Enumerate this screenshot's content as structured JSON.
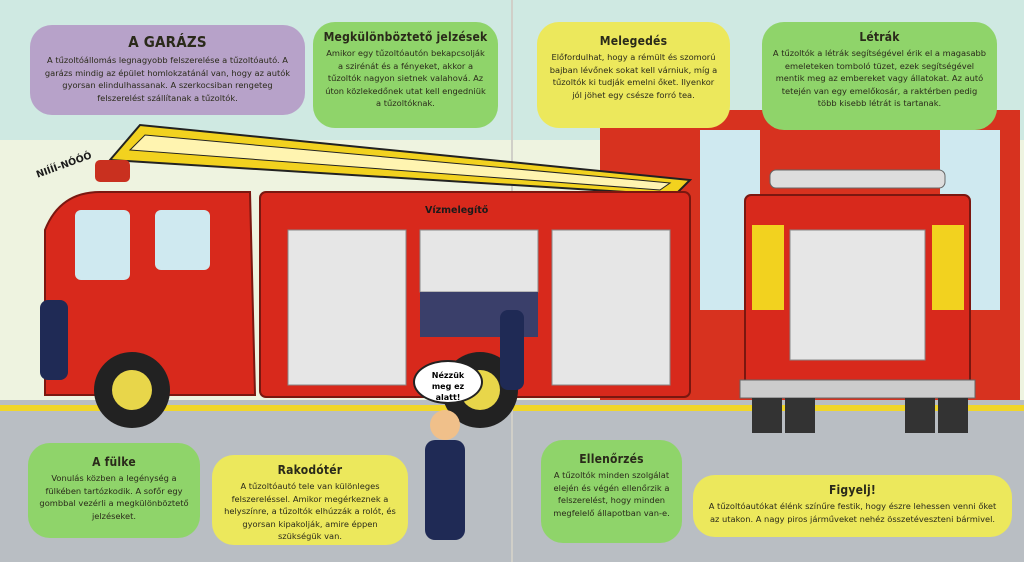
{
  "boxes": {
    "garage": {
      "title": "A GARÁZS",
      "text": "A tűzoltóállomás legnagyobb felszerelése a tűzoltóautó. A garázs mindig az épület homlokzatánál van, hogy az autók gyorsan elindulhassanak. A szerkocsiban rengeteg felszerelést szállítanak a tűzoltók."
    },
    "signals": {
      "title": "Megkülönböztető jelzések",
      "text": "Amikor egy tűzoltóautón bekapcsolják a szirénát és a fényeket, akkor a tűzoltók nagyon sietnek valahová. Az úton közlekedőnek utat kell engedniük a tűzoltóknak."
    },
    "warming": {
      "title": "Melegedés",
      "text": "Előfordulhat, hogy a rémült és szomorú bajban lévőnek sokat kell várniuk, míg a tűzoltók ki tudják emelni őket. Ilyenkor jól jöhet egy csésze forró tea."
    },
    "ladders": {
      "title": "Létrák",
      "text": "A tűzoltók a létrák segítségével érik el a magasabb emeleteken tomboló tüzet, ezek segítségével mentik meg az embereket vagy állatokat. Az autó tetején van egy emelőkosár, a raktérben pedig több kisebb létrát is tartanak."
    },
    "cab": {
      "title": "A fülke",
      "text": "Vonulás közben a legénység a fülkében tartózkodik. A sofőr egy gombbal vezérli a megkülönböztető jelzéseket."
    },
    "storage": {
      "title": "Rakodótér",
      "text": "A tűzoltóautó tele van különleges felszereléssel. Amikor megérkeznek a helyszínre, a tűzoltók elhúzzák a rolót, és gyorsan kipakolják, amire éppen szükségük van."
    },
    "check": {
      "title": "Ellenőrzés",
      "text": "A tűzoltók minden szolgálat elején és végén ellenőrzik a felszerelést, hogy minden megfelelő állapotban van-e."
    },
    "attention": {
      "title": "Figyelj!",
      "text": "A tűzoltóautókat élénk színűre festik, hogy észre lehessen venni őket az utakon. A nagy piros járműveket nehéz összetéveszteni bármivel."
    }
  },
  "labels": {
    "siren": "NIÍÍÍ-NÓÓÓ",
    "pump": "Vízmelegítő",
    "speech": "Nézzük meg ez alatt!"
  },
  "colors": {
    "truck_red": "#d8291c",
    "purple": "#b7a2c9",
    "green": "#8fd46a",
    "yellow": "#ece85c",
    "floor": "#b9bec3"
  }
}
